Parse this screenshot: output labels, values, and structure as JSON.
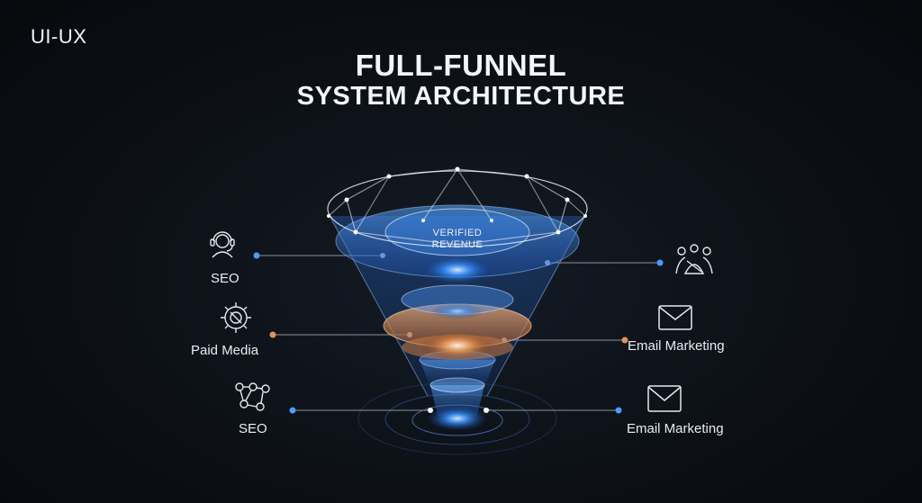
{
  "brand": "UI-UX",
  "title": {
    "line1": "FULL-FUNNEL",
    "line2": "SYSTEM ARCHITECTURE"
  },
  "funnel": {
    "center_label_line1": "VERIFIED",
    "center_label_line2": "REVENUE"
  },
  "left_channels": [
    {
      "label": "SEO",
      "icon": "support-agent-icon"
    },
    {
      "label": "Paid Media",
      "icon": "target-gear-icon"
    },
    {
      "label": "SEO",
      "icon": "network-nodes-icon"
    }
  ],
  "right_channels": [
    {
      "label": "",
      "icon": "team-users-icon"
    },
    {
      "label": "Email Marketing",
      "icon": "envelope-icon"
    },
    {
      "label": "Email Marketing",
      "icon": "envelope-icon"
    }
  ],
  "colors": {
    "background": "#0c1016",
    "glow_blue": "#2f8cff",
    "accent_orange": "#e0915a",
    "line_gray": "#8a929c"
  }
}
